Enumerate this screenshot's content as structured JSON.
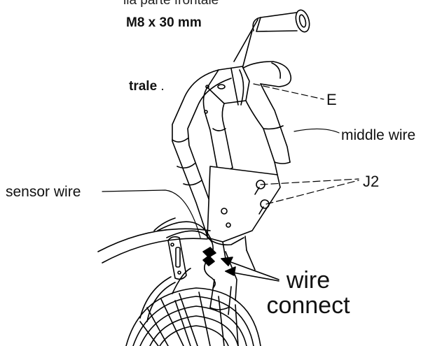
{
  "instructions": {
    "line1": "lla parte frontale",
    "line2": "M8 x 30 mm",
    "line3_bold": "trale",
    "line3_tail": " ."
  },
  "labels": {
    "e": "E",
    "middle_wire": "middle wire",
    "j2": "J2",
    "sensor_wire": "sensor wire",
    "wire_connect_1": "wire",
    "wire_connect_2": "connect"
  },
  "colors": {
    "line": "#000000",
    "background": "#ffffff"
  }
}
